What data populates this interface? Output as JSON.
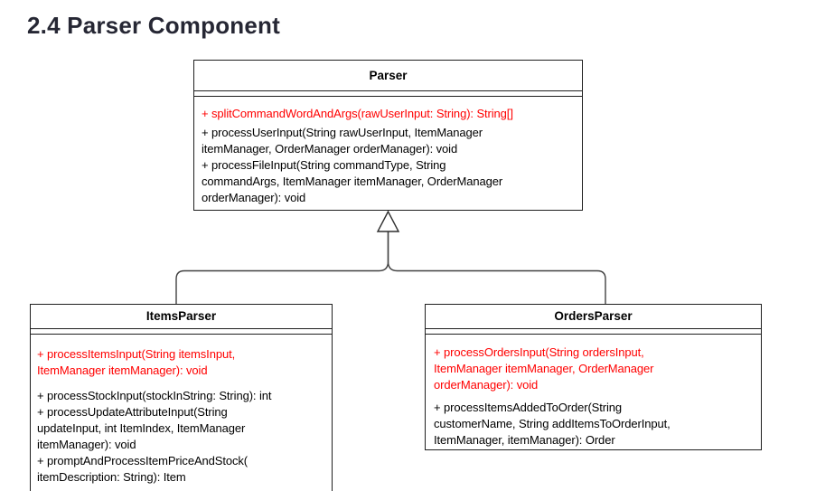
{
  "heading": "2.4 Parser Component",
  "colors": {
    "highlight_method": "#ff0000",
    "method_text": "#000000",
    "heading_text": "#262734",
    "box_border": "#1f1f1f",
    "connector": "#414141"
  },
  "diagram": {
    "type": "uml-class-diagram",
    "relationships": [
      {
        "type": "generalization",
        "child": "ItemsParser",
        "parent": "Parser"
      },
      {
        "type": "generalization",
        "child": "OrdersParser",
        "parent": "Parser"
      }
    ],
    "parser": {
      "title": "Parser",
      "methods": [
        {
          "emphasis": true,
          "text": "+ splitCommandWordAndArgs(rawUserInput: String): String[]"
        },
        {
          "emphasis": false,
          "text": "+ processUserInput(String rawUserInput, ItemManager\nitemManager, OrderManager orderManager): void"
        },
        {
          "emphasis": false,
          "text": "+ processFileInput(String commandType, String\ncommandArgs, ItemManager itemManager, OrderManager\norderManager): void"
        }
      ]
    },
    "items_parser": {
      "title": "ItemsParser",
      "methods": [
        {
          "emphasis": true,
          "text": "+ processItemsInput(String itemsInput,\nItemManager itemManager): void"
        },
        {
          "emphasis": false,
          "text": "+ processStockInput(stockInString: String): int"
        },
        {
          "emphasis": false,
          "text": "+ processUpdateAttributeInput(String\nupdateInput, int ItemIndex, ItemManager\nitemManager): void"
        },
        {
          "emphasis": false,
          "text": "+ promptAndProcessItemPriceAndStock(\nitemDescription: String): Item"
        }
      ]
    },
    "orders_parser": {
      "title": "OrdersParser",
      "methods": [
        {
          "emphasis": true,
          "text": "+ processOrdersInput(String ordersInput,\nItemManager itemManager, OrderManager\norderManager): void"
        },
        {
          "emphasis": false,
          "text": "+ processItemsAddedToOrder(String\ncustomerName, String addItemsToOrderInput,\nItemManager, itemManager): Order"
        }
      ]
    }
  }
}
